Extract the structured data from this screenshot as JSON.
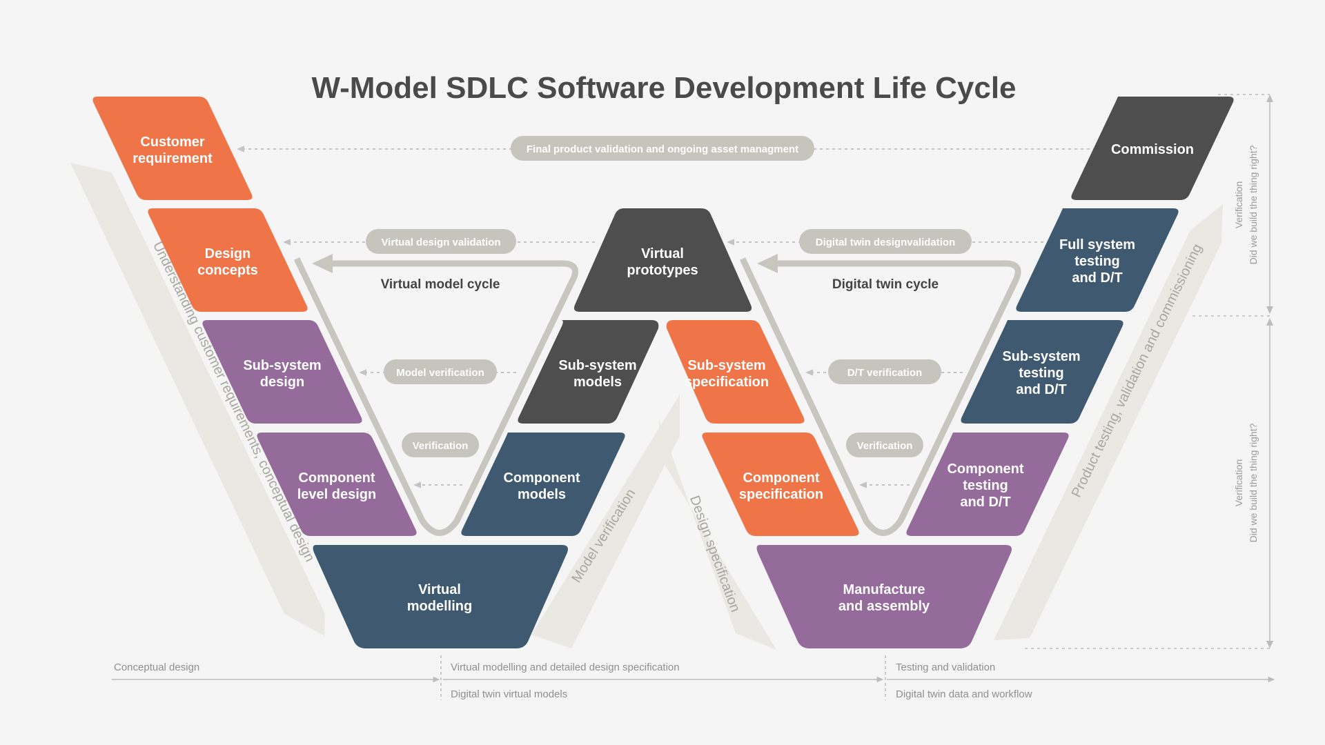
{
  "title": "W-Model SDLC Software Development Life Cycle",
  "colors": {
    "orange": "#ef7549",
    "purple": "#946b9a",
    "navy": "#3f5a70",
    "charcoal": "#4e4e4e",
    "pill": "#c5c5bd",
    "band": "#e9e8e2",
    "track": "#c7c7bf"
  },
  "boxes": {
    "customer_requirement": [
      "Customer",
      "requirement"
    ],
    "design_concepts": [
      "Design",
      "concepts"
    ],
    "subsystem_design": [
      "Sub-system",
      "design"
    ],
    "component_level_design": [
      "Component",
      "level design"
    ],
    "virtual_modelling": [
      "Virtual",
      "modelling"
    ],
    "component_models": [
      "Component",
      "models"
    ],
    "subsystem_models": [
      "Sub-system",
      "models"
    ],
    "virtual_prototypes": [
      "Virtual",
      "prototypes"
    ],
    "subsystem_specification": [
      "Sub-system",
      "specification"
    ],
    "component_specification": [
      "Component",
      "specification"
    ],
    "manufacture_assembly": [
      "Manufacture",
      "and assembly"
    ],
    "component_testing": [
      "Component",
      "testing",
      "and D/T"
    ],
    "subsystem_testing": [
      "Sub-system",
      "testing",
      "and D/T"
    ],
    "full_system_testing": [
      "Full system",
      "testing",
      "and D/T"
    ],
    "commission": [
      "Commission"
    ]
  },
  "pills": {
    "final_validation": "Final product validation and ongoing asset managment",
    "virtual_design_validation": "Virtual design validation",
    "digital_twin_design_validation": "Digital twin designvalidation",
    "model_verification": "Model verification",
    "dt_verification": "D/T verification",
    "verification_left": "Verification",
    "verification_right": "Verification"
  },
  "cycles": {
    "virtual_model": "Virtual model cycle",
    "digital_twin": "Digital twin cycle"
  },
  "bands": {
    "left": "Understanding customer requirements, conceptual design",
    "model_verification": "Model verification",
    "design_specification": "Design specification",
    "right": "Product testing, validation and commissioning"
  },
  "axis": {
    "conceptual_design": "Conceptual design",
    "virtual_modelling_spec": "Virtual modelling and detailed design specification",
    "digital_twin_virtual_models": "Digital twin virtual models",
    "testing_validation": "Testing and validation",
    "digital_twin_data_workflow": "Digital twin data and workflow"
  },
  "side": {
    "upper_line1": "Verification",
    "upper_line2": "Did we build the thing right?",
    "lower_line1": "Verification",
    "lower_line2": "Did we build the thing right?"
  }
}
